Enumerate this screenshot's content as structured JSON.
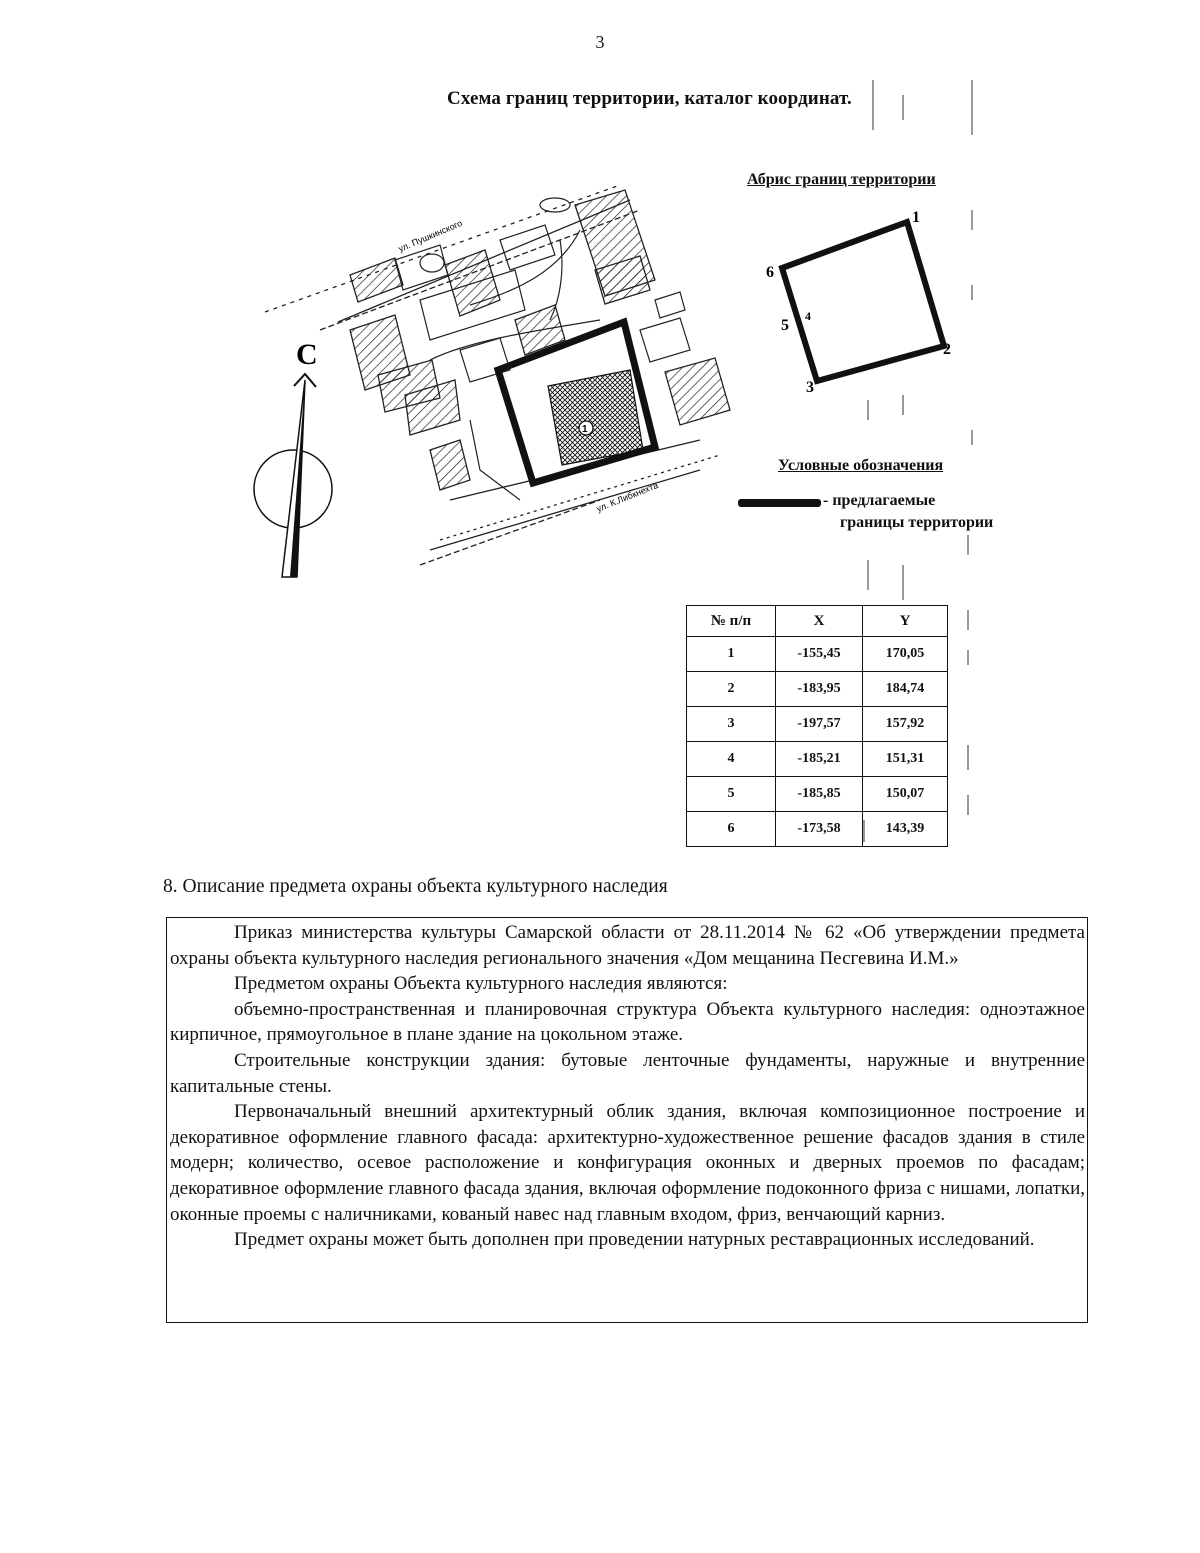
{
  "page_number": "3",
  "scheme": {
    "title": "Схема границ территории, каталог координат.",
    "north_label": "С",
    "building_number": "1",
    "map_labels": {
      "street_top": "ул. Пушкинского",
      "street_bottom": "ул. К.Либкнехта"
    }
  },
  "abris": {
    "title": "Абрис границ территории",
    "point_labels": [
      "1",
      "2",
      "3",
      "4",
      "5",
      "6"
    ]
  },
  "legend": {
    "title": "Условные обозначения",
    "item_line1": "- предлагаемые",
    "item_line2": "границы территории"
  },
  "coordinates_table": {
    "headers": [
      "№ п/п",
      "X",
      "Y"
    ],
    "rows": [
      [
        "1",
        "-155,45",
        "170,05"
      ],
      [
        "2",
        "-183,95",
        "184,74"
      ],
      [
        "3",
        "-197,57",
        "157,92"
      ],
      [
        "4",
        "-185,21",
        "151,31"
      ],
      [
        "5",
        "-185,85",
        "150,07"
      ],
      [
        "6",
        "-173,58",
        "143,39"
      ]
    ]
  },
  "section": {
    "heading": "8. Описание предмета охраны объекта культурного наследия",
    "paragraphs": [
      "Приказ министерства культуры Самарской области от 28.11.2014 № 62 «Об утверждении предмета охраны объекта культурного наследия регионального значения «Дом мещанина Песгевина И.М.»",
      "Предметом охраны Объекта культурного наследия являются:",
      "объемно-пространственная и планировочная структура Объекта культурного наследия: одноэтажное кирпичное, прямоугольное в плане здание на цокольном этаже.",
      "Строительные конструкции здания: бутовые ленточные фундаменты, наружные и внутренние капитальные стены.",
      "Первоначальный внешний архитектурный облик здания, включая композиционное построение и декоративное оформление главного фасада: архитектурно-художественное решение фасадов здания в стиле модерн; количество, осевое расположение и конфигурация оконных и дверных проемов по фасадам; декоративное оформление главного фасада здания, включая оформление подоконного фриза с нишами, лопатки, оконные проемы с наличниками, кованый навес над главным входом, фриз, венчающий карниз.",
      "Предмет охраны может быть дополнен при проведении натурных реставрационных исследований."
    ]
  }
}
